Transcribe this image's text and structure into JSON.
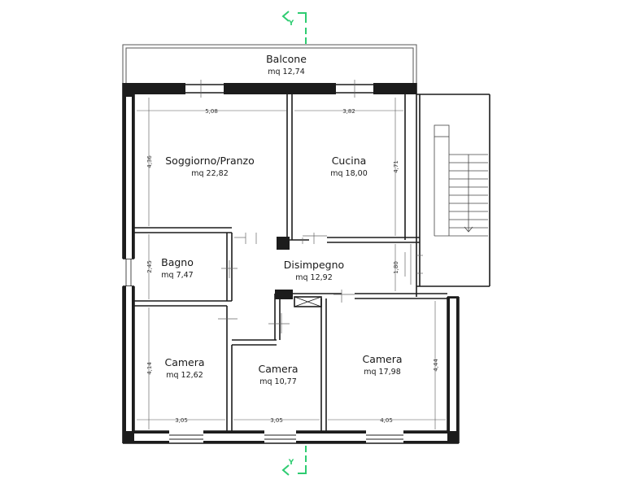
{
  "colors": {
    "wall": "#1c1c1c",
    "section_marker": "#2ecc71",
    "dimension": "#555555"
  },
  "section_marker": {
    "label": "Y"
  },
  "rooms": {
    "balcone": {
      "name": "Balcone",
      "area": "mq 12,74"
    },
    "soggiorno": {
      "name": "Soggiorno/Pranzo",
      "area": "mq 22,82"
    },
    "cucina": {
      "name": "Cucina",
      "area": "mq 18,00"
    },
    "bagno": {
      "name": "Bagno",
      "area": "mq 7,47"
    },
    "disimpegno": {
      "name": "Disimpegno",
      "area": "mq 12,92"
    },
    "camera1": {
      "name": "Camera",
      "area": "mq 12,62"
    },
    "camera2": {
      "name": "Camera",
      "area": "mq 10,77"
    },
    "camera3": {
      "name": "Camera",
      "area": "mq 17,98"
    }
  },
  "dimensions": {
    "soggiorno_w": "5,08",
    "cucina_w": "3,82",
    "soggiorno_h": "4,36",
    "cucina_h": "4,71",
    "bagno_h": "2,45",
    "disimpegno_h": "1,80",
    "camera1_h": "4,14",
    "camera3_h": "4,44",
    "camera1_w": "3,05",
    "camera2_w": "3,05",
    "camera3_w": "4,05"
  }
}
